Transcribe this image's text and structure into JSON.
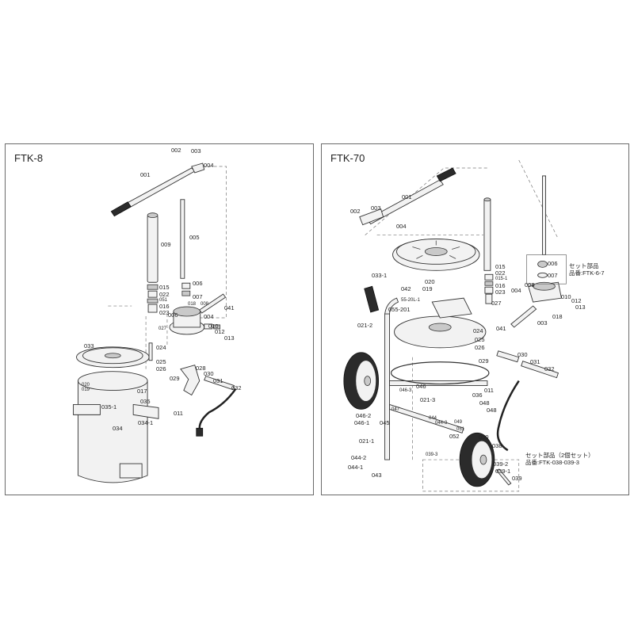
{
  "left": {
    "title": "FTK-8",
    "labels": [
      {
        "id": "002",
        "t": "002"
      },
      {
        "id": "003",
        "t": "003"
      },
      {
        "id": "004a",
        "t": "004"
      },
      {
        "id": "001",
        "t": "001"
      },
      {
        "id": "009",
        "t": "009"
      },
      {
        "id": "005",
        "t": "005"
      },
      {
        "id": "015",
        "t": "015"
      },
      {
        "id": "022",
        "t": "022"
      },
      {
        "id": "051",
        "t": "051"
      },
      {
        "id": "016",
        "t": "016"
      },
      {
        "id": "023",
        "t": "023"
      },
      {
        "id": "006a",
        "t": "006"
      },
      {
        "id": "007",
        "t": "007"
      },
      {
        "id": "018",
        "t": "018"
      },
      {
        "id": "008",
        "t": "008"
      },
      {
        "id": "041",
        "t": "041"
      },
      {
        "id": "006b",
        "t": "006"
      },
      {
        "id": "004b",
        "t": "004"
      },
      {
        "id": "027",
        "t": "027"
      },
      {
        "id": "010",
        "t": "010"
      },
      {
        "id": "012",
        "t": "012"
      },
      {
        "id": "013",
        "t": "013"
      },
      {
        "id": "033",
        "t": "033"
      },
      {
        "id": "024",
        "t": "024"
      },
      {
        "id": "025",
        "t": "025"
      },
      {
        "id": "026",
        "t": "026"
      },
      {
        "id": "028",
        "t": "028"
      },
      {
        "id": "029",
        "t": "029"
      },
      {
        "id": "030",
        "t": "030"
      },
      {
        "id": "031",
        "t": "031"
      },
      {
        "id": "032",
        "t": "032"
      },
      {
        "id": "017",
        "t": "017"
      },
      {
        "id": "020",
        "t": "020"
      },
      {
        "id": "019",
        "t": "019"
      },
      {
        "id": "035",
        "t": "035"
      },
      {
        "id": "0351",
        "t": "035-1"
      },
      {
        "id": "034",
        "t": "034"
      },
      {
        "id": "0341",
        "t": "034-1"
      },
      {
        "id": "011",
        "t": "011"
      }
    ]
  },
  "right": {
    "title": "FTK-70",
    "set_note_1": {
      "line1": "セット部品",
      "line2": "品番:FTK-6-7"
    },
    "set_note_2": {
      "line1": "セット部品（2個セット）",
      "line2": "品番:FTK-038-039-3"
    },
    "labels": [
      {
        "id": "001",
        "t": "001"
      },
      {
        "id": "002",
        "t": "002"
      },
      {
        "id": "003a",
        "t": "003"
      },
      {
        "id": "004a",
        "t": "004"
      },
      {
        "id": "006",
        "t": "006"
      },
      {
        "id": "007",
        "t": "007"
      },
      {
        "id": "0331",
        "t": "033-1"
      },
      {
        "id": "015",
        "t": "015"
      },
      {
        "id": "022",
        "t": "022"
      },
      {
        "id": "0151",
        "t": "015-1"
      },
      {
        "id": "016",
        "t": "016"
      },
      {
        "id": "042",
        "t": "042"
      },
      {
        "id": "020",
        "t": "020"
      },
      {
        "id": "019",
        "t": "019"
      },
      {
        "id": "023",
        "t": "023"
      },
      {
        "id": "004b",
        "t": "004"
      },
      {
        "id": "008",
        "t": "008"
      },
      {
        "id": "010",
        "t": "010"
      },
      {
        "id": "012",
        "t": "012"
      },
      {
        "id": "013",
        "t": "013"
      },
      {
        "id": "55201",
        "t": "55-20L-1"
      },
      {
        "id": "027",
        "t": "027"
      },
      {
        "id": "055201",
        "t": "055-201"
      },
      {
        "id": "018",
        "t": "018"
      },
      {
        "id": "003b",
        "t": "003"
      },
      {
        "id": "041",
        "t": "041"
      },
      {
        "id": "0212",
        "t": "021-2"
      },
      {
        "id": "024",
        "t": "024"
      },
      {
        "id": "025",
        "t": "025"
      },
      {
        "id": "026",
        "t": "026"
      },
      {
        "id": "030",
        "t": "030"
      },
      {
        "id": "031",
        "t": "031"
      },
      {
        "id": "029",
        "t": "029"
      },
      {
        "id": "032",
        "t": "032"
      },
      {
        "id": "046",
        "t": "046"
      },
      {
        "id": "0463",
        "t": "046-3"
      },
      {
        "id": "0213",
        "t": "021-3"
      },
      {
        "id": "011",
        "t": "011"
      },
      {
        "id": "047",
        "t": "047"
      },
      {
        "id": "036",
        "t": "036"
      },
      {
        "id": "048a",
        "t": "048"
      },
      {
        "id": "048b",
        "t": "048"
      },
      {
        "id": "0462",
        "t": "046-2"
      },
      {
        "id": "045",
        "t": "045"
      },
      {
        "id": "0461",
        "t": "046-1"
      },
      {
        "id": "044",
        "t": "044"
      },
      {
        "id": "0443",
        "t": "044-3"
      },
      {
        "id": "049",
        "t": "049"
      },
      {
        "id": "051",
        "t": "051"
      },
      {
        "id": "052",
        "t": "052"
      },
      {
        "id": "050",
        "t": "050"
      },
      {
        "id": "0211",
        "t": "021-1"
      },
      {
        "id": "038",
        "t": "038"
      },
      {
        "id": "0393",
        "t": "039-3"
      },
      {
        "id": "0442",
        "t": "044-2"
      },
      {
        "id": "0441",
        "t": "044-1"
      },
      {
        "id": "043",
        "t": "043"
      },
      {
        "id": "0392",
        "t": "039-2"
      },
      {
        "id": "0391",
        "t": "039-1"
      },
      {
        "id": "039",
        "t": "039"
      }
    ]
  }
}
